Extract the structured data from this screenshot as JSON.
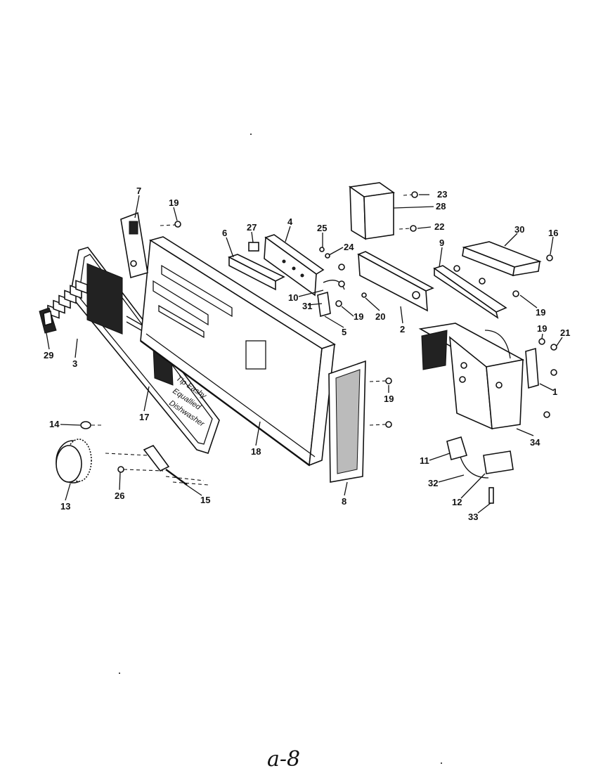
{
  "diagram": {
    "callouts": [
      {
        "id": "c7",
        "text": "7"
      },
      {
        "id": "c19a",
        "text": "19"
      },
      {
        "id": "c6",
        "text": "6"
      },
      {
        "id": "c27",
        "text": "27"
      },
      {
        "id": "c4",
        "text": "4"
      },
      {
        "id": "c25",
        "text": "25"
      },
      {
        "id": "c24",
        "text": "24"
      },
      {
        "id": "c23",
        "text": "23"
      },
      {
        "id": "c28",
        "text": "28"
      },
      {
        "id": "c22",
        "text": "22"
      },
      {
        "id": "c30",
        "text": "30"
      },
      {
        "id": "c16",
        "text": "16"
      },
      {
        "id": "c9",
        "text": "9"
      },
      {
        "id": "c10",
        "text": "10"
      },
      {
        "id": "c31",
        "text": "31"
      },
      {
        "id": "c19b",
        "text": "19"
      },
      {
        "id": "c5",
        "text": "5"
      },
      {
        "id": "c20",
        "text": "20"
      },
      {
        "id": "c2",
        "text": "2"
      },
      {
        "id": "c19c",
        "text": "19"
      },
      {
        "id": "c19d",
        "text": "19"
      },
      {
        "id": "c21",
        "text": "21"
      },
      {
        "id": "c1",
        "text": "1"
      },
      {
        "id": "c29",
        "text": "29"
      },
      {
        "id": "c3",
        "text": "3"
      },
      {
        "id": "c17",
        "text": "17"
      },
      {
        "id": "c18",
        "text": "18"
      },
      {
        "id": "c19e",
        "text": "19"
      },
      {
        "id": "c8",
        "text": "8"
      },
      {
        "id": "c14",
        "text": "14"
      },
      {
        "id": "c13",
        "text": "13"
      },
      {
        "id": "c26",
        "text": "26"
      },
      {
        "id": "c15",
        "text": "15"
      },
      {
        "id": "c34",
        "text": "34"
      },
      {
        "id": "c11",
        "text": "11"
      },
      {
        "id": "c32",
        "text": "32"
      },
      {
        "id": "c12",
        "text": "12"
      },
      {
        "id": "c33",
        "text": "33"
      }
    ],
    "page_number": "a-8"
  }
}
